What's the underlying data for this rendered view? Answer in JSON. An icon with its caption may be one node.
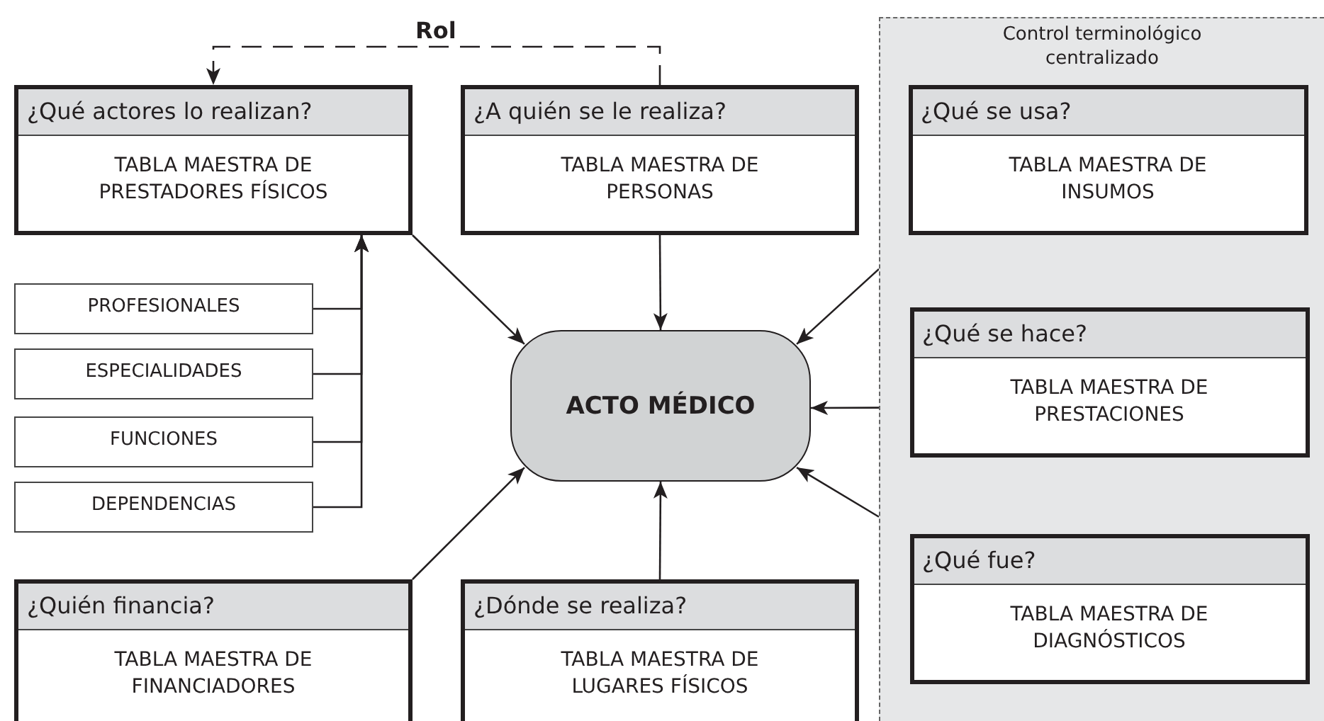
{
  "diagram": {
    "nodes": [
      {
        "text": [
          "¿Qué actores lo realizan?",
          "TABLA MAESTRA DE PRESTADORES FÍSICOS"
        ]
      },
      {
        "text": [
          "¿A quién se le realiza?",
          "TABLA MAESTRA DE PERSONAS"
        ]
      },
      {
        "text": [
          "Control terminológico centralizado"
        ]
      },
      {
        "text": [
          "¿Qué se usa?",
          "TABLA MAESTRA DE INSUMOS"
        ],
        "in": 2
      },
      {
        "text": [
          "¿Qué se hace?",
          "TABLA MAESTRA DE PRESTACIONES"
        ],
        "in": 2
      },
      {
        "text": [
          "¿Qué fue?",
          "TABLA MAESTRA DE DIAGNÓSTICOS"
        ],
        "in": 2
      },
      {
        "text": [
          "PROFESIONALES"
        ]
      },
      {
        "text": [
          "ESPECIALIDADES"
        ]
      },
      {
        "text": [
          "FUNCIONES"
        ]
      },
      {
        "text": [
          "DEPENDENCIAS"
        ]
      },
      {
        "text": [
          "ACTO MÉDICO"
        ]
      },
      {
        "text": [
          "¿Quién financia?",
          "TABLA MAESTRA DE FINANCIADORES"
        ]
      },
      {
        "text": [
          "¿Dónde se realiza?",
          "TABLA MAESTRA DE LUGARES FÍSICOS"
        ]
      }
    ],
    "edges": [
      {
        "from": 1,
        "to": 0,
        "arrow": "to",
        "label": "Rol",
        "style": "dashed"
      },
      {
        "from": 6,
        "to": 0,
        "arrow": "to"
      },
      {
        "from": 7,
        "to": 0,
        "arrow": "to"
      },
      {
        "from": 8,
        "to": 0,
        "arrow": "to"
      },
      {
        "from": 9,
        "to": 0,
        "arrow": "to"
      },
      {
        "from": 0,
        "to": 10,
        "arrow": "to"
      },
      {
        "from": 1,
        "to": 10,
        "arrow": "to"
      },
      {
        "from": 2,
        "to": 10,
        "arrow": "to"
      },
      {
        "from": 2,
        "to": 10,
        "arrow": "to"
      },
      {
        "from": 2,
        "to": 10,
        "arrow": "to"
      },
      {
        "from": 11,
        "to": 10,
        "arrow": "to"
      },
      {
        "from": 12,
        "to": 10,
        "arrow": "to"
      }
    ]
  }
}
